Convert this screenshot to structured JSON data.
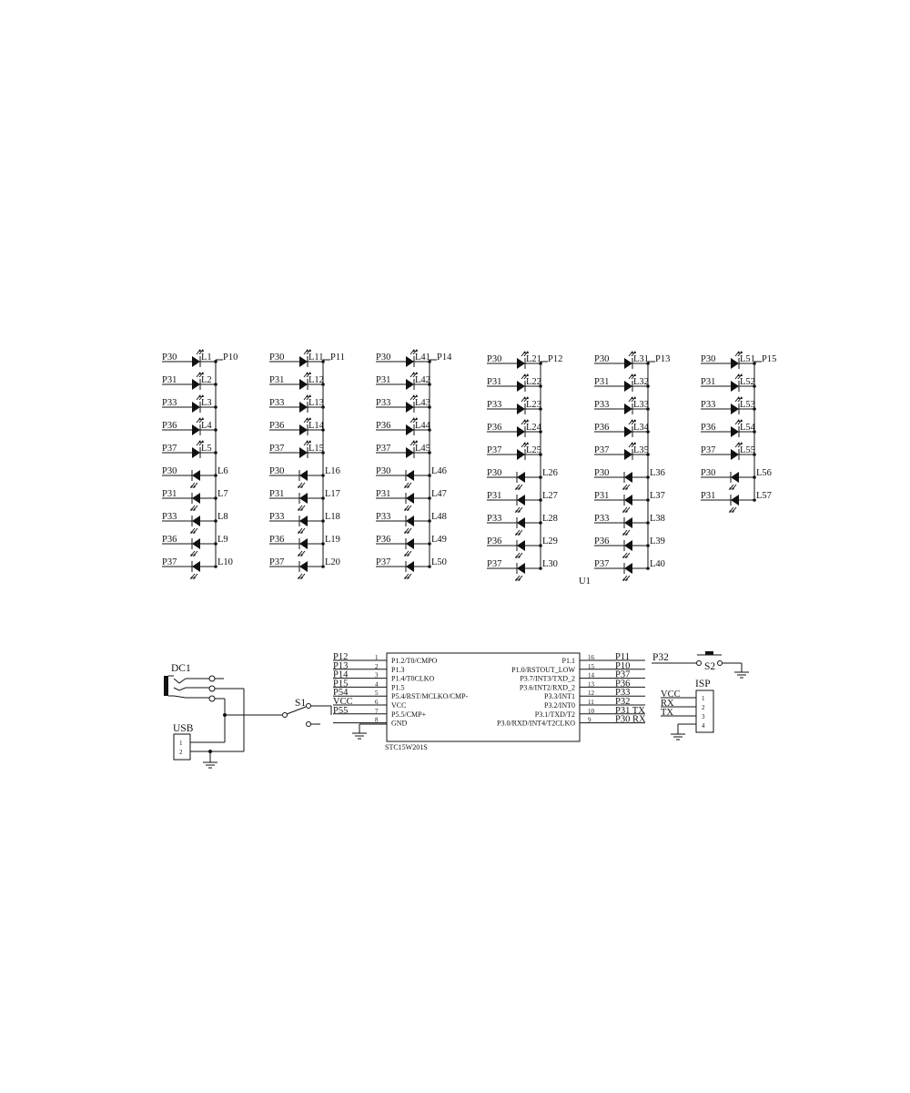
{
  "led_groups": [
    {
      "common_net": "P10",
      "upper": [
        {
          "net": "P30",
          "ref": "L1"
        },
        {
          "net": "P31",
          "ref": "L2"
        },
        {
          "net": "P33",
          "ref": "L3"
        },
        {
          "net": "P36",
          "ref": "L4"
        },
        {
          "net": "P37",
          "ref": "L5"
        }
      ],
      "lower": [
        {
          "net": "P30",
          "ref": "L6"
        },
        {
          "net": "P31",
          "ref": "L7"
        },
        {
          "net": "P33",
          "ref": "L8"
        },
        {
          "net": "P36",
          "ref": "L9"
        },
        {
          "net": "P37",
          "ref": "L10"
        }
      ]
    },
    {
      "common_net": "P11",
      "upper": [
        {
          "net": "P30",
          "ref": "L11"
        },
        {
          "net": "P31",
          "ref": "L12"
        },
        {
          "net": "P33",
          "ref": "L13"
        },
        {
          "net": "P36",
          "ref": "L14"
        },
        {
          "net": "P37",
          "ref": "L15"
        }
      ],
      "lower": [
        {
          "net": "P30",
          "ref": "L16"
        },
        {
          "net": "P31",
          "ref": "L17"
        },
        {
          "net": "P33",
          "ref": "L18"
        },
        {
          "net": "P36",
          "ref": "L19"
        },
        {
          "net": "P37",
          "ref": "L20"
        }
      ]
    },
    {
      "common_net": "P14",
      "upper": [
        {
          "net": "P30",
          "ref": "L41"
        },
        {
          "net": "P31",
          "ref": "L42"
        },
        {
          "net": "P33",
          "ref": "L43"
        },
        {
          "net": "P36",
          "ref": "L44"
        },
        {
          "net": "P37",
          "ref": "L45"
        }
      ],
      "lower": [
        {
          "net": "P30",
          "ref": "L46"
        },
        {
          "net": "P31",
          "ref": "L47"
        },
        {
          "net": "P33",
          "ref": "L48"
        },
        {
          "net": "P36",
          "ref": "L49"
        },
        {
          "net": "P37",
          "ref": "L50"
        }
      ]
    },
    {
      "common_net": "P12",
      "upper": [
        {
          "net": "P30",
          "ref": "L21"
        },
        {
          "net": "P31",
          "ref": "L22"
        },
        {
          "net": "P33",
          "ref": "L23"
        },
        {
          "net": "P36",
          "ref": "L24"
        },
        {
          "net": "P37",
          "ref": "L25"
        }
      ],
      "lower": [
        {
          "net": "P30",
          "ref": "L26"
        },
        {
          "net": "P31",
          "ref": "L27"
        },
        {
          "net": "P33",
          "ref": "L28"
        },
        {
          "net": "P36",
          "ref": "L29"
        },
        {
          "net": "P37",
          "ref": "L30"
        }
      ]
    },
    {
      "common_net": "P13",
      "upper": [
        {
          "net": "P30",
          "ref": "L31"
        },
        {
          "net": "P31",
          "ref": "L32"
        },
        {
          "net": "P33",
          "ref": "L33"
        },
        {
          "net": "P36",
          "ref": "L34"
        },
        {
          "net": "P37",
          "ref": "L35"
        }
      ],
      "lower": [
        {
          "net": "P30",
          "ref": "L36"
        },
        {
          "net": "P31",
          "ref": "L37"
        },
        {
          "net": "P33",
          "ref": "L38"
        },
        {
          "net": "P36",
          "ref": "L39"
        },
        {
          "net": "P37",
          "ref": "L40"
        }
      ]
    },
    {
      "common_net": "P15",
      "upper": [
        {
          "net": "P30",
          "ref": "L51"
        },
        {
          "net": "P31",
          "ref": "L52"
        },
        {
          "net": "P33",
          "ref": "L53"
        },
        {
          "net": "P36",
          "ref": "L54"
        },
        {
          "net": "P37",
          "ref": "L55"
        }
      ],
      "lower": [
        {
          "net": "P30",
          "ref": "L56"
        },
        {
          "net": "P31",
          "ref": "L57"
        }
      ]
    }
  ],
  "mcu": {
    "ref": "U1",
    "part": "STC15W201S",
    "left_pins": [
      {
        "num": "1",
        "name": "P1.2/T0/CMPO",
        "net": "P12"
      },
      {
        "num": "2",
        "name": "P1.3",
        "net": "P13"
      },
      {
        "num": "3",
        "name": "P1.4/T0CLKO",
        "net": "P14"
      },
      {
        "num": "4",
        "name": "P1.5",
        "net": "P15"
      },
      {
        "num": "5",
        "name": "P5.4/RST/MCLKO/CMP-",
        "net": "P54"
      },
      {
        "num": "6",
        "name": "VCC",
        "net": "VCC"
      },
      {
        "num": "7",
        "name": "P5.5/CMP+",
        "net": "P55"
      },
      {
        "num": "8",
        "name": "GND",
        "net": ""
      }
    ],
    "right_pins": [
      {
        "num": "16",
        "name": "P1.1",
        "net": "P11"
      },
      {
        "num": "15",
        "name": "P1.0/RSTOUT_LOW",
        "net": "P10"
      },
      {
        "num": "14",
        "name": "P3.7/INT3/TXD_2",
        "net": "P37"
      },
      {
        "num": "13",
        "name": "P3.6/INT2/RXD_2",
        "net": "P36"
      },
      {
        "num": "12",
        "name": "P3.3/INT1",
        "net": "P33"
      },
      {
        "num": "11",
        "name": "P3.2/INT0",
        "net": "P32"
      },
      {
        "num": "10",
        "name": "P3.1/TXD/T2",
        "net": "P31  TX"
      },
      {
        "num": "9",
        "name": "P3.0/RXD/INT4/T2CLKO",
        "net": "P30  RX"
      }
    ]
  },
  "power": {
    "dc_ref": "DC1",
    "usb_ref": "USB",
    "usb_pins": [
      "1",
      "2"
    ],
    "switch_ref": "S1"
  },
  "button": {
    "net": "P32",
    "ref": "S2"
  },
  "isp": {
    "ref": "ISP",
    "nets": [
      "VCC",
      "RX",
      "TX"
    ],
    "pins": [
      "1",
      "2",
      "3",
      "4"
    ]
  }
}
